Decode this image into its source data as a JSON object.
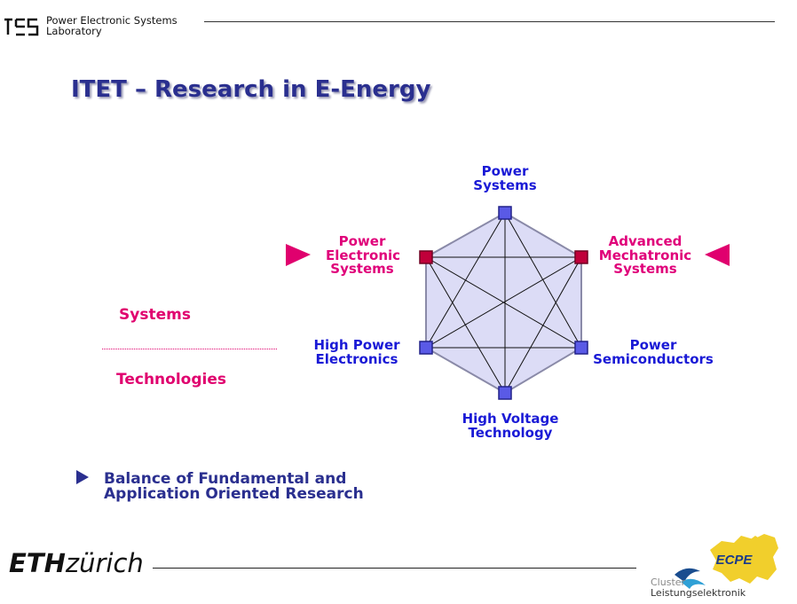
{
  "header": {
    "lab_line1": "Power Electronic Systems",
    "lab_line2": "Laboratory"
  },
  "title": "ITET – Research in E-Energy",
  "diagram": {
    "nodes": {
      "power_systems": [
        "Power",
        "Systems"
      ],
      "pes": [
        "Power",
        "Electronic",
        "Systems"
      ],
      "ams": [
        "Advanced",
        "Mechatronic",
        "Systems"
      ],
      "hpe": [
        "High Power",
        "Electronics"
      ],
      "ps": [
        "Power",
        "Semiconductors"
      ],
      "hvt": [
        "High Voltage",
        "Technology"
      ]
    },
    "colors": {
      "blue_node": "#5a5ae6",
      "red_node": "#c0003a",
      "hex_fill": "#dcdcf6",
      "pink": "#e0006e"
    }
  },
  "side": {
    "systems": "Systems",
    "technologies": "Technologies"
  },
  "balance": [
    "Balance of Fundamental and",
    "Application Oriented Research"
  ],
  "footer": {
    "eth_bold": "ETH",
    "eth_italic": "zürich",
    "cluster_small": "Cluster",
    "cluster_name": "Leistungselektronik",
    "ecpe": "ECPE"
  }
}
